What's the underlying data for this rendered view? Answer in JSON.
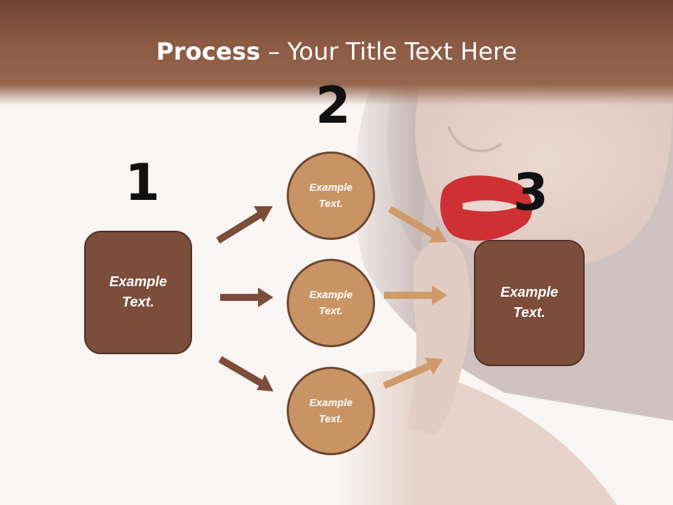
{
  "slide": {
    "title_bold": "Process",
    "title_rest": " – Your Title Text Here"
  },
  "steps": [
    {
      "number": "1",
      "label": "Example Text."
    },
    {
      "number": "2"
    },
    {
      "number": "3",
      "label": "Example Text."
    }
  ],
  "circles": [
    {
      "label": "Example Text."
    },
    {
      "label": "Example Text."
    },
    {
      "label": "Example Text."
    }
  ],
  "colors": {
    "title_band": "#8a5a42",
    "box_fill": "#7b4d3a",
    "circle_fill": "#c99464",
    "arrow_dark": "#7b4d3a",
    "arrow_light": "#cf9a6a"
  }
}
